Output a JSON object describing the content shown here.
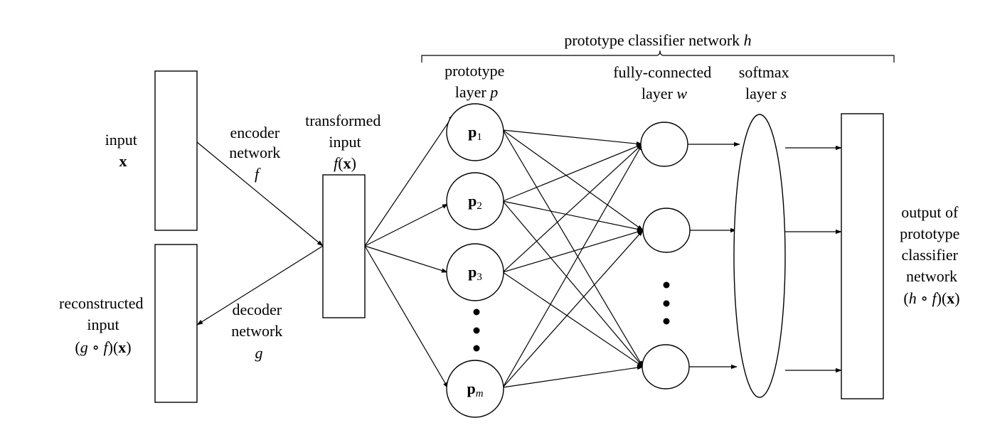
{
  "brace_label": {
    "text": "prototype classifier network ",
    "var": "h"
  },
  "input": {
    "line1": "input",
    "var": "x"
  },
  "encoder": {
    "line1": "encoder",
    "line2": "network",
    "var": "f"
  },
  "transformed": {
    "line1": "transformed",
    "line2": "input",
    "fn": "f",
    "open": "(",
    "var": "x",
    "close": ")"
  },
  "decoder": {
    "line1": "decoder",
    "line2": "network",
    "var": "g"
  },
  "reconstructed": {
    "line1": "reconstructed",
    "line2": "input",
    "expr_open": "(",
    "g": "g",
    "comp": " ∘ ",
    "f": "f",
    "expr_mid": ")(",
    "var": "x",
    "expr_close": ")"
  },
  "prototype_layer": {
    "line1": "prototype",
    "line2": "layer ",
    "var": "p"
  },
  "fc_layer": {
    "line1": "fully-connected",
    "line2": "layer ",
    "var": "w"
  },
  "softmax_layer": {
    "line1": "softmax",
    "line2": "layer ",
    "var": "s"
  },
  "prototypes": [
    {
      "sym": "p",
      "sub": "1"
    },
    {
      "sym": "p",
      "sub": "2"
    },
    {
      "sym": "p",
      "sub": "3"
    },
    {
      "sym": "p",
      "sub": "m"
    }
  ],
  "output": {
    "line1": "output of",
    "line2": "prototype",
    "line3": "classifier",
    "line4": "network",
    "expr_open": "(",
    "h": "h",
    "comp": " ∘ ",
    "f": "f",
    "expr_mid": ")(",
    "var": "x",
    "expr_close": ")"
  }
}
